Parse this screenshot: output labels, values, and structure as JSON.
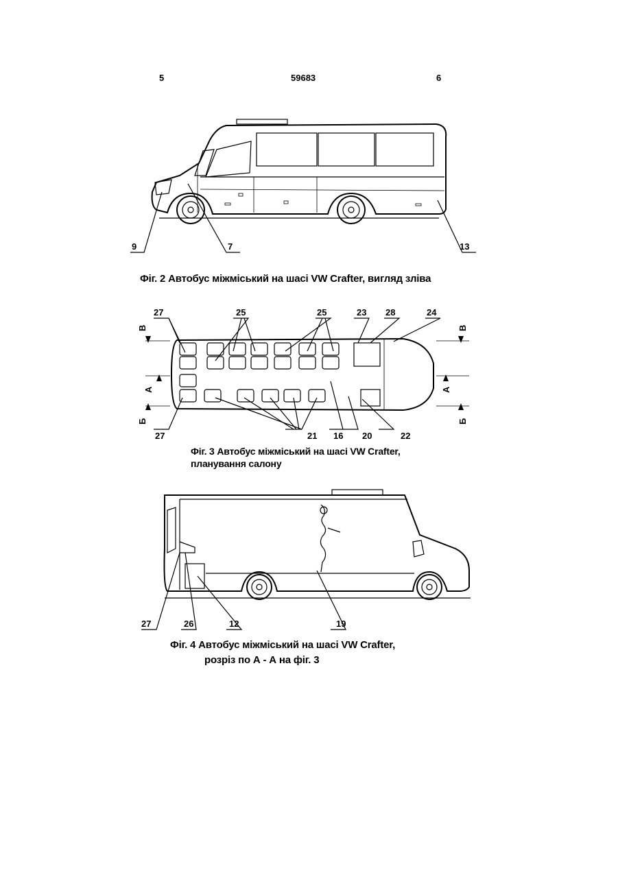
{
  "header": {
    "page_left": "5",
    "patent_number": "59683",
    "page_right": "6"
  },
  "figures": [
    {
      "id": "fig2",
      "caption": "Фіг. 2 Автобус міжміський на шасі VW Crafter, вигляд зліва",
      "labels": [
        "9",
        "7",
        "13"
      ]
    },
    {
      "id": "fig3",
      "caption_line1": "Фіг. 3 Автобус міжміський на шасі VW Crafter,",
      "caption_line2": "планування салону",
      "labels": [
        "27",
        "25",
        "25",
        "23",
        "28",
        "24",
        "27",
        "21",
        "16",
        "20",
        "22"
      ],
      "section_marks": [
        "В",
        "В",
        "А",
        "А",
        "Б",
        "Б"
      ]
    },
    {
      "id": "fig4",
      "caption_line1": "Фіг. 4 Автобус міжміський на шасі VW Crafter,",
      "caption_line2": "розріз по  А - А на фіг. 3",
      "labels": [
        "27",
        "26",
        "12",
        "19"
      ]
    }
  ]
}
